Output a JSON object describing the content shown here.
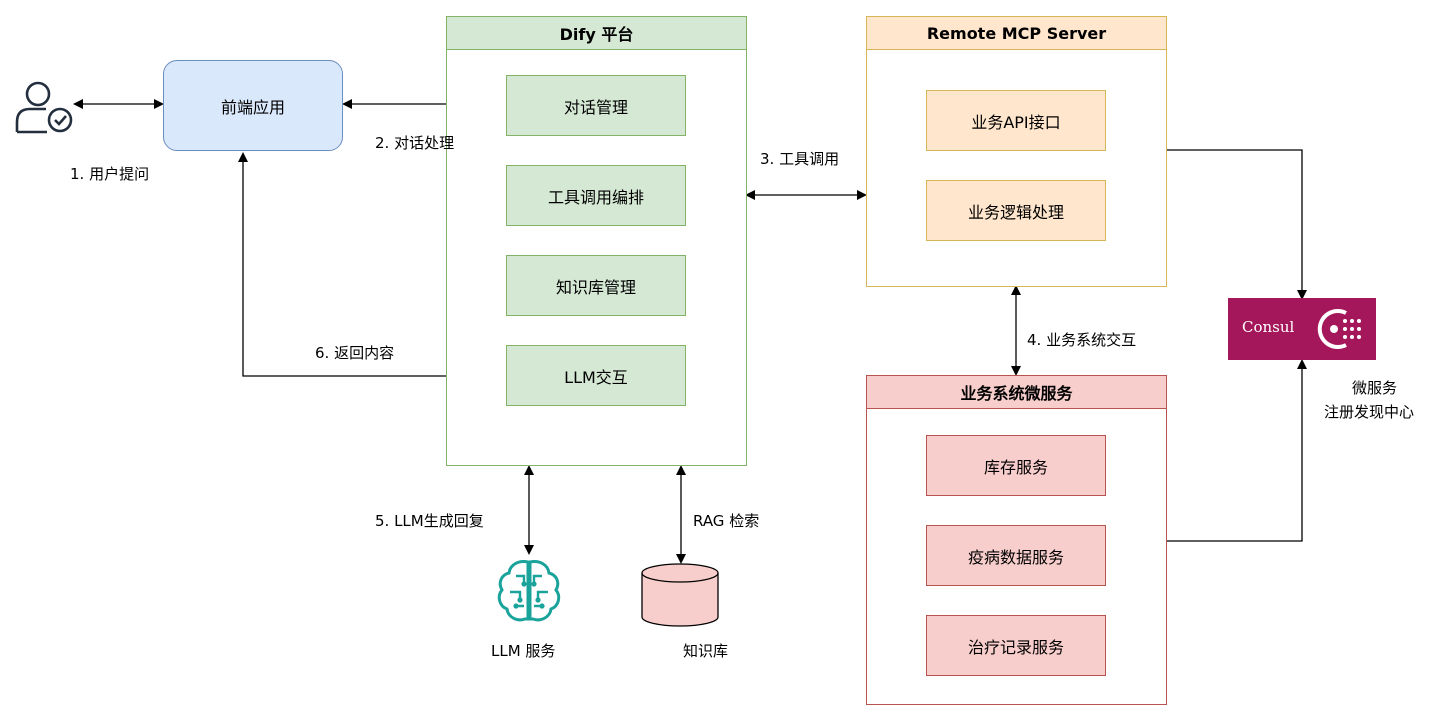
{
  "user": {
    "label": "1. 用户提问"
  },
  "frontend": {
    "label": "前端应用"
  },
  "dify": {
    "title": "Dify 平台",
    "items": [
      "对话管理",
      "工具调用编排",
      "知识库管理",
      "LLM交互"
    ]
  },
  "mcp": {
    "title": "Remote MCP Server",
    "items": [
      "业务API接口",
      "业务逻辑处理"
    ]
  },
  "biz": {
    "title": "业务系统微服务",
    "items": [
      "库存服务",
      "疫病数据服务",
      "治疗记录服务"
    ]
  },
  "edges": {
    "dialog": "2. 对话处理",
    "tool": "3. 工具调用",
    "biz": "4. 业务系统交互",
    "llm_gen": "5. LLM生成回复",
    "return": "6. 返回内容",
    "rag": "RAG 检索"
  },
  "llm": {
    "label": "LLM 服务"
  },
  "kb": {
    "label": "知识库"
  },
  "consul": {
    "logo_text": "Consul",
    "caption_line1": "微服务",
    "caption_line2": "注册发现中心"
  }
}
